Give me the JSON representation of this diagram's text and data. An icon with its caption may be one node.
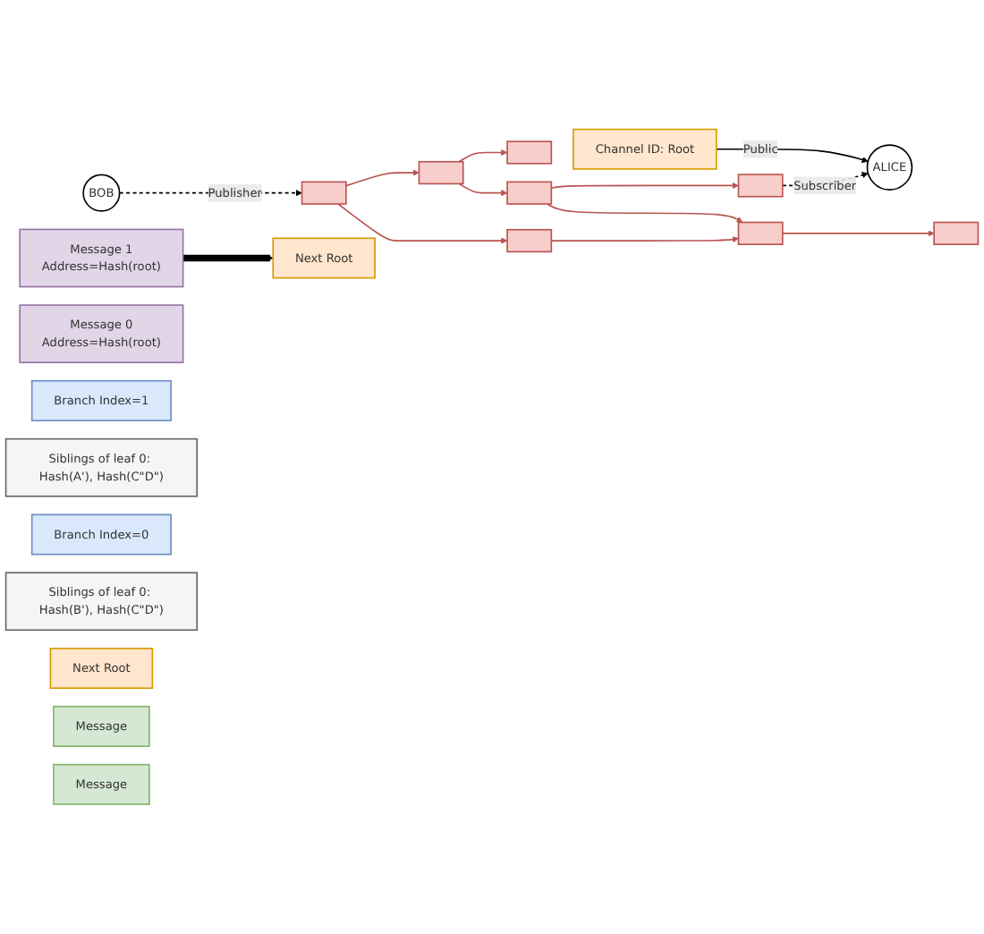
{
  "diagram": {
    "nodes": [
      {
        "text": [],
        "shape": "box"
      },
      {
        "text": [],
        "shape": "box"
      },
      {
        "text": [],
        "shape": "box"
      },
      {
        "text": [],
        "shape": "box"
      },
      {
        "text": [],
        "shape": "box"
      },
      {
        "text": [],
        "shape": "box"
      },
      {
        "text": [],
        "shape": "box"
      },
      {
        "text": [
          "BOB"
        ]
      },
      {
        "text": [],
        "shape": "box"
      },
      {
        "text": [
          "ALICE"
        ]
      },
      {
        "text": [
          "Channel ID: Root"
        ]
      },
      {
        "text": [
          "Message 1",
          "Address=Hash(root)"
        ]
      },
      {
        "text": [
          "Message 0",
          "Address=Hash(root)"
        ]
      },
      {
        "text": [
          "Branch Index=1"
        ]
      },
      {
        "text": [
          "Siblings of leaf 0: Hash(A'), Hash(C\"D\")"
        ]
      },
      {
        "text": [
          "Branch Index=0"
        ]
      },
      {
        "text": [
          "Siblings of leaf 0: Hash(B'), Hash(C\"D\")"
        ]
      },
      {
        "text": [
          "Next Root"
        ]
      },
      {
        "text": [
          "Message"
        ]
      },
      {
        "text": [
          "Next Root"
        ]
      },
      {
        "text": [
          "Message"
        ]
      }
    ],
    "edges": [
      {
        "from": 0,
        "to": 1,
        "arrow": "to"
      },
      {
        "from": 1,
        "to": 2,
        "arrow": "to"
      },
      {
        "from": 2,
        "to": 3,
        "arrow": "to"
      },
      {
        "from": 0,
        "to": 4,
        "arrow": "to"
      },
      {
        "from": 4,
        "to": 5,
        "arrow": "to"
      },
      {
        "from": 5,
        "to": 2,
        "arrow": "to"
      },
      {
        "from": 5,
        "to": 6,
        "arrow": "to"
      },
      {
        "from": 4,
        "to": 8,
        "arrow": "to"
      },
      {
        "from": 7,
        "to": 0,
        "arrow": "to",
        "label": "Publisher",
        "style": "dashed",
        "color": "#000000"
      },
      {
        "from": 6,
        "to": 9,
        "arrow": "to",
        "label": "Subscriber",
        "style": "dashed",
        "color": "#000000"
      },
      {
        "from": 10,
        "to": 9,
        "arrow": "to",
        "label": "Public",
        "color": "#000000"
      },
      {
        "from": 11,
        "to": 19,
        "arrow": "to",
        "style": "thick",
        "color": "#000000"
      }
    ]
  }
}
